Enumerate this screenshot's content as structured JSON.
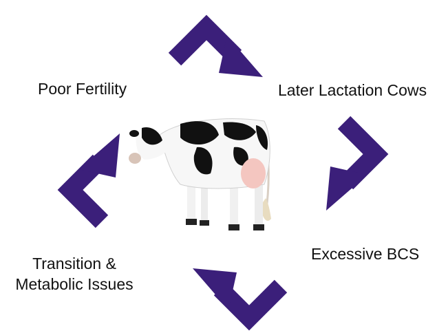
{
  "cycle": {
    "stages": [
      {
        "id": "later-lactation",
        "label": "Later Lactation Cows"
      },
      {
        "id": "excessive-bcs",
        "label": "Excessive BCS"
      },
      {
        "id": "transition",
        "label_lines": [
          "Transition &",
          "Metabolic Issues"
        ]
      },
      {
        "id": "poor-fertility",
        "label": "Poor Fertility"
      }
    ],
    "arrow_color": "#3b1f7a",
    "center_image": "holstein-cow"
  }
}
